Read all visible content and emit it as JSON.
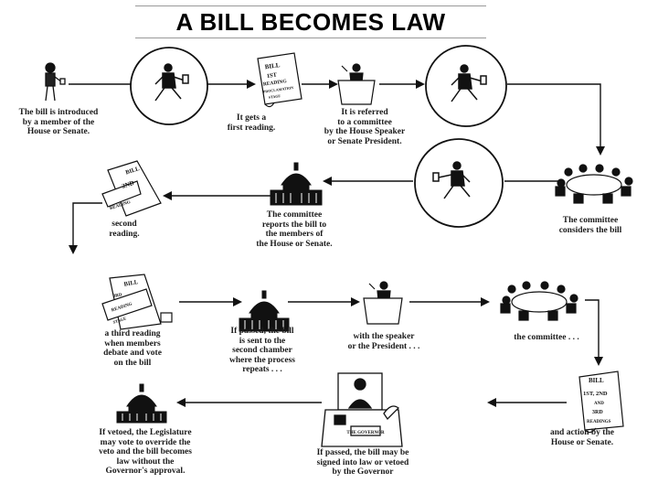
{
  "title": "A BILL BECOMES LAW",
  "steps": [
    {
      "id": "introduced",
      "caption": "The bill is introduced\nby a member of the\nHouse or Senate.",
      "icon": "person-icon"
    },
    {
      "id": "first-reading",
      "caption": "It gets a\nfirst reading.",
      "icon": "scroll-icon",
      "scroll_text": [
        "BILL",
        "1ST",
        "READING",
        "PROCLAMATION",
        "STAGE"
      ]
    },
    {
      "id": "referred",
      "caption": "It is referred\nto a committee\nby the House Speaker\nor Senate President.",
      "icon": "speaker-podium-icon"
    },
    {
      "id": "committee-considers",
      "caption": "The committee\nconsiders the bill",
      "icon": "committee-table-icon"
    },
    {
      "id": "committee-reports",
      "caption": "The committee\nreports the bill to\nthe members of\nthe House or Senate.",
      "icon": "capitol-icon"
    },
    {
      "id": "second-reading",
      "caption": "second\nreading.",
      "icon": "scroll-icon",
      "scroll_text": [
        "BILL",
        "2ND",
        "READING"
      ]
    },
    {
      "id": "third-reading",
      "caption": "a third reading\nwhen members\ndebate and vote\non the bill",
      "icon": "scroll-icon",
      "scroll_text": [
        "BILL",
        "3RD",
        "READING",
        "STAGE"
      ]
    },
    {
      "id": "second-chamber",
      "caption": "If passed, the bill\nis sent to the\nsecond chamber\nwhere the process\nrepeats . . .",
      "icon": "capitol-icon"
    },
    {
      "id": "speaker-president",
      "caption": "with the speaker\nor the President . . .",
      "icon": "speaker-podium-icon"
    },
    {
      "id": "the-committee",
      "caption": "the committee . . .",
      "icon": "committee-table-icon"
    },
    {
      "id": "house-senate-action",
      "caption": "and action by the\nHouse or Senate.",
      "icon": "scroll-icon",
      "scroll_text": [
        "BILL",
        "1ST, 2ND",
        "AND",
        "3RD",
        "READINGS"
      ]
    },
    {
      "id": "governor",
      "caption": "If passed, the bill may be\nsigned into law or vetoed\nby the Governor",
      "icon": "governor-desk-icon",
      "desk_text": "THE GOVERNOR"
    },
    {
      "id": "veto-override",
      "caption": "If vetoed, the Legislature\nmay vote to override the\nveto and the bill becomes\nlaw without the\nGovernor's approval.",
      "icon": "capitol-icon"
    }
  ],
  "colors": {
    "ink": "#111111",
    "paper": "#ffffff",
    "circle": "#ffffff",
    "arrow": "#111111"
  }
}
